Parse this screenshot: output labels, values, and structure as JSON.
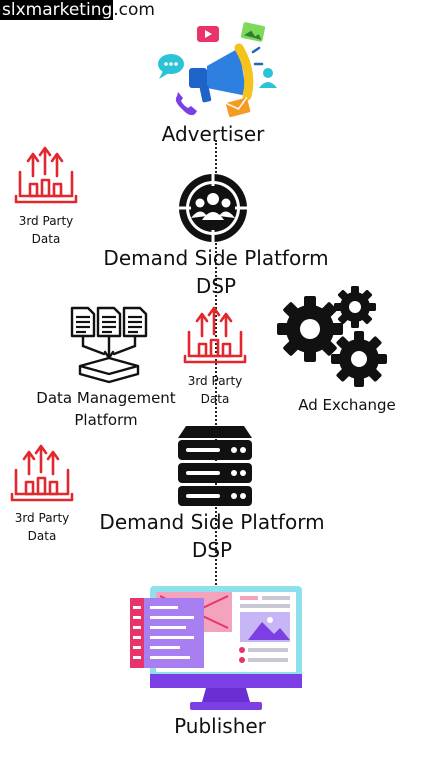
{
  "brand": {
    "highlight": "slxmarketing",
    "suffix": ".com"
  },
  "nodes": {
    "advertiser": "Advertiser",
    "dsp_top_line1": "Demand Side Platform",
    "dsp_top_line2": "DSP",
    "dmp_line1": "Data Management",
    "dmp_line2": "Platform",
    "ad_exchange": "Ad Exchange",
    "dsp_bottom_line1": "Demand Side Platform",
    "dsp_bottom_line2": "DSP",
    "publisher": "Publisher"
  },
  "third_party": {
    "left_top": {
      "line1": "3rd Party",
      "line2": "Data"
    },
    "center": {
      "line1": "3rd Party",
      "line2": "Data"
    },
    "left_bottom": {
      "line1": "3rd Party",
      "line2": "Data"
    }
  },
  "colors": {
    "accent_red": "#e0282e",
    "purple": "#7b3fe4",
    "pink": "#e8336b",
    "cyan": "#2bc3d6",
    "yellow": "#f6c21c"
  },
  "icons": [
    "megaphone-icon",
    "team-target-icon",
    "growth-chart-icon",
    "documents-database-icon",
    "gears-icon",
    "server-icon",
    "publisher-monitor-icon"
  ]
}
